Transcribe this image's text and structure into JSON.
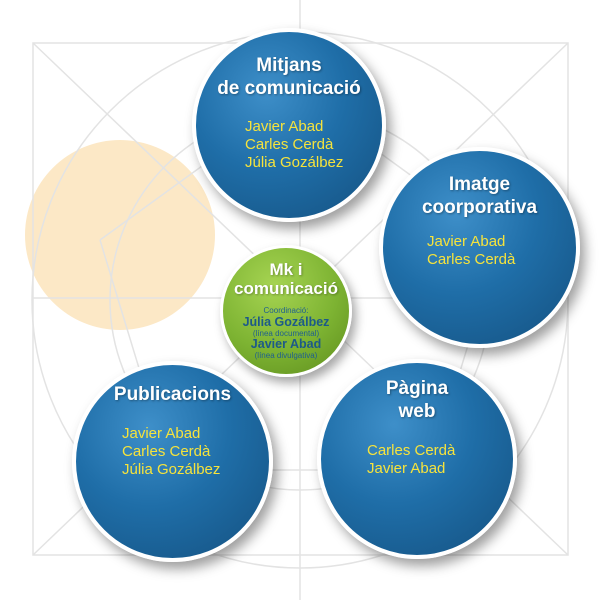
{
  "colors": {
    "circle_blue": "#1f6ea8",
    "center_green": "#7db332",
    "names_yellow": "#f6e33c",
    "accent_orange": "#fce8c6"
  },
  "center": {
    "title_line1": "Mk i",
    "title_line2": "comunicació",
    "coord_label": "Coordinació:",
    "lead1_name": "Júlia Gozálbez",
    "lead1_note": "(línea documental)",
    "lead2_name": "Javier Abad",
    "lead2_note": "(línea divulgativa)"
  },
  "nodes": [
    {
      "title_lines": [
        "Mitjans",
        "de comunicació"
      ],
      "members": [
        "Javier Abad",
        "Carles Cerdà",
        "Júlia Gozálbez"
      ]
    },
    {
      "title_lines": [
        "Imatge",
        "coorporativa"
      ],
      "members": [
        "Javier Abad",
        "Carles Cerdà"
      ]
    },
    {
      "title_lines": [
        "Pàgina",
        "web"
      ],
      "members": [
        "Carles Cerdà",
        "Javier Abad"
      ]
    },
    {
      "title_lines": [
        "Publicacions"
      ],
      "members": [
        "Javier Abad",
        "Carles Cerdà",
        "Júlia Gozálbez"
      ]
    }
  ]
}
